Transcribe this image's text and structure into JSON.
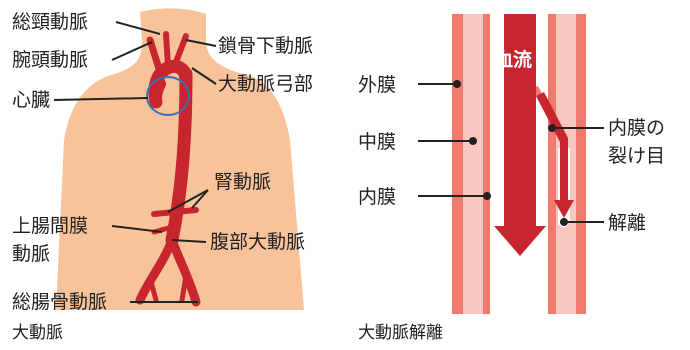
{
  "left_panel": {
    "caption": "大動脈",
    "labels": {
      "common_carotid": "総頸動脈",
      "brachiocephalic": "腕頭動脈",
      "heart": "心臓",
      "subclavian": "鎖骨下動脈",
      "aortic_arch": "大動脈弓部",
      "renal": "腎動脈",
      "superior_mesenteric_line1": "上腸間膜",
      "superior_mesenteric_line2": "動脈",
      "abdominal_aorta": "腹部大動脈",
      "common_iliac": "総腸骨動脈"
    }
  },
  "right_panel": {
    "caption": "大動脈解離",
    "flow_label": "血流",
    "labels": {
      "adventitia": "外膜",
      "media": "中膜",
      "intima": "内膜",
      "intimal_tear_line1": "内膜の",
      "intimal_tear_line2": "裂け目",
      "dissection": "解離"
    }
  },
  "colors": {
    "skin": "#f8c39b",
    "artery": "#c8262e",
    "wall_outer": "#f07a6e",
    "wall_inner": "#f9c6c0",
    "heart_outline": "#3a6fb5"
  }
}
